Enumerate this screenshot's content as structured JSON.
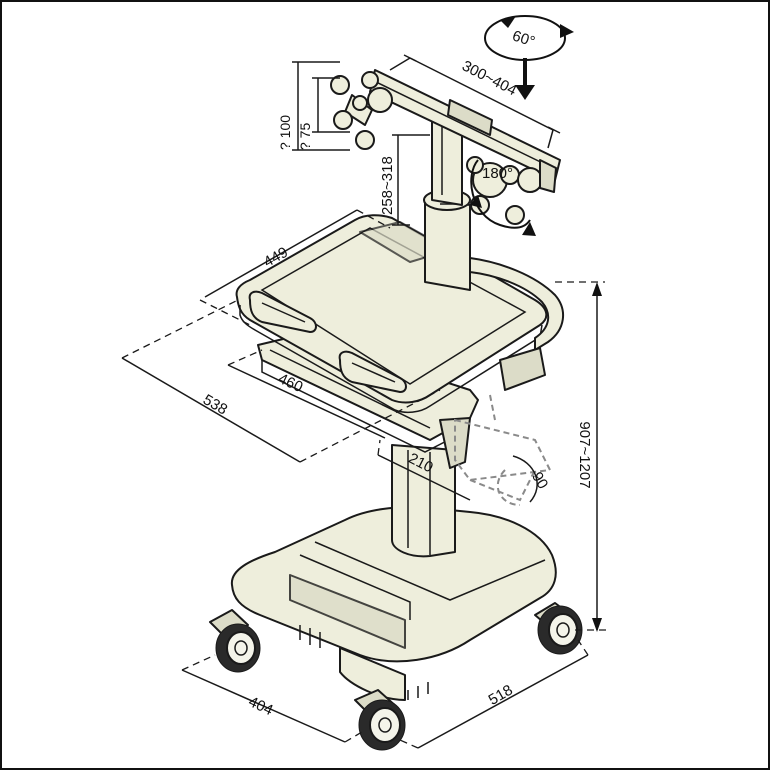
{
  "dimensions": {
    "rotation_top": "60°",
    "monitor_arm_width": "300~404",
    "vesa_100": "? 100",
    "vesa_75": "? 75",
    "pole_height": "258~318",
    "rotation_mount": "180°",
    "worksurface_depth": "449",
    "worksurface_width": "460",
    "overall_depth": "538",
    "keyboard_tray": "210",
    "basket_tilt": "90",
    "overall_height": "907~1207",
    "base_width": "404",
    "base_depth": "518"
  },
  "colors": {
    "body_fill": "#eeeedc",
    "outline": "#1a1a1a",
    "ghost": "#8a8a8a"
  }
}
